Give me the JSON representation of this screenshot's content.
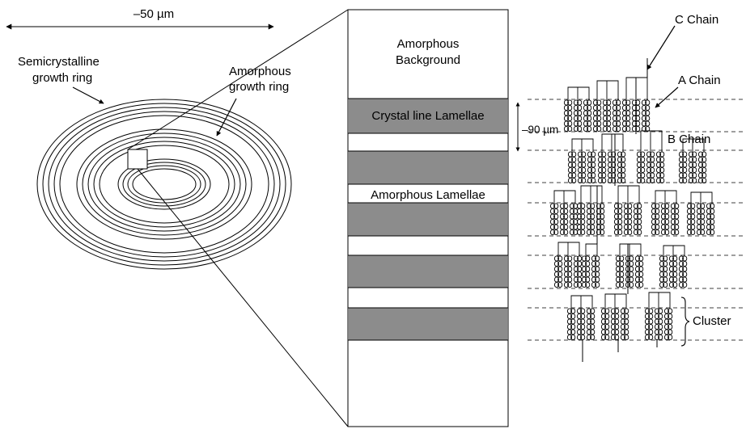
{
  "scale_label": "–50 µm",
  "rings": {
    "semicrystalline_label": [
      "Semicrystalline",
      "growth ring"
    ],
    "amorphous_label": [
      "Amorphous",
      "growth ring"
    ]
  },
  "column": {
    "background_label": [
      "Amorphous",
      "Background"
    ],
    "crystalline_label": "Crystal line Lamellae",
    "amorphous_lamellae_label": "Amorphous Lamellae",
    "spacing_label": "–90 µm"
  },
  "chains": {
    "c_chain": "C Chain",
    "a_chain": "A Chain",
    "b_chain": "B Chain",
    "cluster": "Cluster"
  },
  "colors": {
    "lamella_fill": "#8c8c8c",
    "line": "#000000",
    "background": "#ffffff"
  }
}
